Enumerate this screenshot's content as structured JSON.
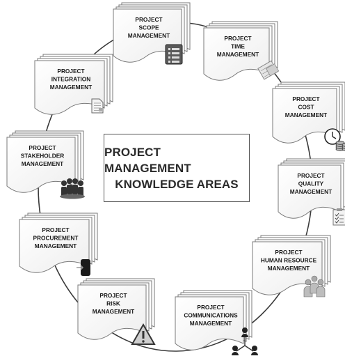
{
  "center_title": {
    "line1": "PROJECT MANAGEMENT",
    "line2": "KNOWLEDGE AREAS"
  },
  "areas": [
    {
      "lines": [
        "PROJECT",
        "SCOPE",
        "MANAGEMENT"
      ],
      "icon": "list-icon"
    },
    {
      "lines": [
        "PROJECT",
        "TIME",
        "MANAGEMENT"
      ],
      "icon": "calendar-icon"
    },
    {
      "lines": [
        "PROJECT",
        "COST",
        "MANAGEMENT"
      ],
      "icon": "clock-coins-icon"
    },
    {
      "lines": [
        "PROJECT",
        "QUALITY",
        "MANAGEMENT"
      ],
      "icon": "checklist-icon"
    },
    {
      "lines": [
        "PROJECT",
        "HUMAN RESOURCE",
        "MANAGEMENT"
      ],
      "icon": "people-icon"
    },
    {
      "lines": [
        "PROJECT",
        "COMMUNICATIONS",
        "MANAGEMENT"
      ],
      "icon": "network-icon"
    },
    {
      "lines": [
        "PROJECT",
        "RISK",
        "MANAGEMENT"
      ],
      "icon": "warning-icon"
    },
    {
      "lines": [
        "PROJECT",
        "PROCUREMENT",
        "MANAGEMENT"
      ],
      "icon": "door-exit-icon"
    },
    {
      "lines": [
        "PROJECT",
        "STAKEHOLDER",
        "MANAGEMENT"
      ],
      "icon": "group-icon"
    },
    {
      "lines": [
        "PROJECT",
        "INTEGRATION",
        "MANAGEMENT"
      ],
      "icon": "document-icon"
    }
  ],
  "colors": {
    "ring": "#3a3a3a",
    "doc_fill": "#ffffff",
    "doc_stroke": "#7a7a7a",
    "text": "#1a1a1a"
  }
}
